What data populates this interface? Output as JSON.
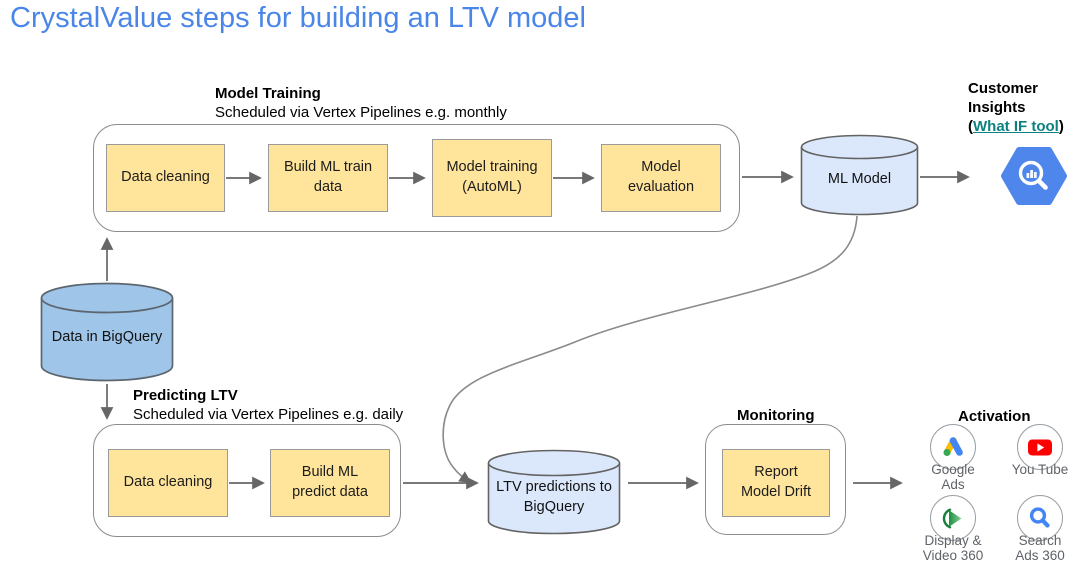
{
  "title": "CrystalValue steps for building an LTV model",
  "sections": {
    "training": {
      "label": "Model Training",
      "subtitle": "Scheduled via Vertex Pipelines e.g. monthly",
      "steps": [
        "Data cleaning",
        "Build ML train data",
        "Model training (AutoML)",
        "Model evaluation"
      ]
    },
    "predicting": {
      "label": "Predicting LTV",
      "subtitle": "Scheduled via Vertex Pipelines e.g. daily",
      "steps": [
        "Data cleaning",
        "Build ML predict data"
      ]
    },
    "monitoring": {
      "label": "Monitoring",
      "steps": [
        "Report Model Drift"
      ]
    }
  },
  "cylinders": {
    "source": "Data in BigQuery",
    "model": "ML Model",
    "predictions": "LTV predictions to BigQuery"
  },
  "customer_insights": {
    "title": "Customer Insights",
    "paren_open": "(",
    "link_label": "What IF tool",
    "paren_close": ")"
  },
  "activation": {
    "label": "Activation",
    "items": [
      {
        "icon": "google-ads-icon",
        "label": "Google Ads"
      },
      {
        "icon": "youtube-icon",
        "label": "You Tube"
      },
      {
        "icon": "display-video-360-icon",
        "label": "Display & Video 360"
      },
      {
        "icon": "search-ads-360-icon",
        "label": "Search Ads 360"
      }
    ]
  },
  "colors": {
    "title_blue": "#4a86e8",
    "step_fill": "#ffe59b",
    "step_border": "#9a9a9a",
    "cylinder_light": "#dbe8fb",
    "cylinder_medium": "#9fc5e8",
    "connector_gray": "#666666",
    "link_teal": "#0d8181",
    "icon_label_gray": "#5f6368",
    "bigquery_blue": "#4e86ec"
  }
}
